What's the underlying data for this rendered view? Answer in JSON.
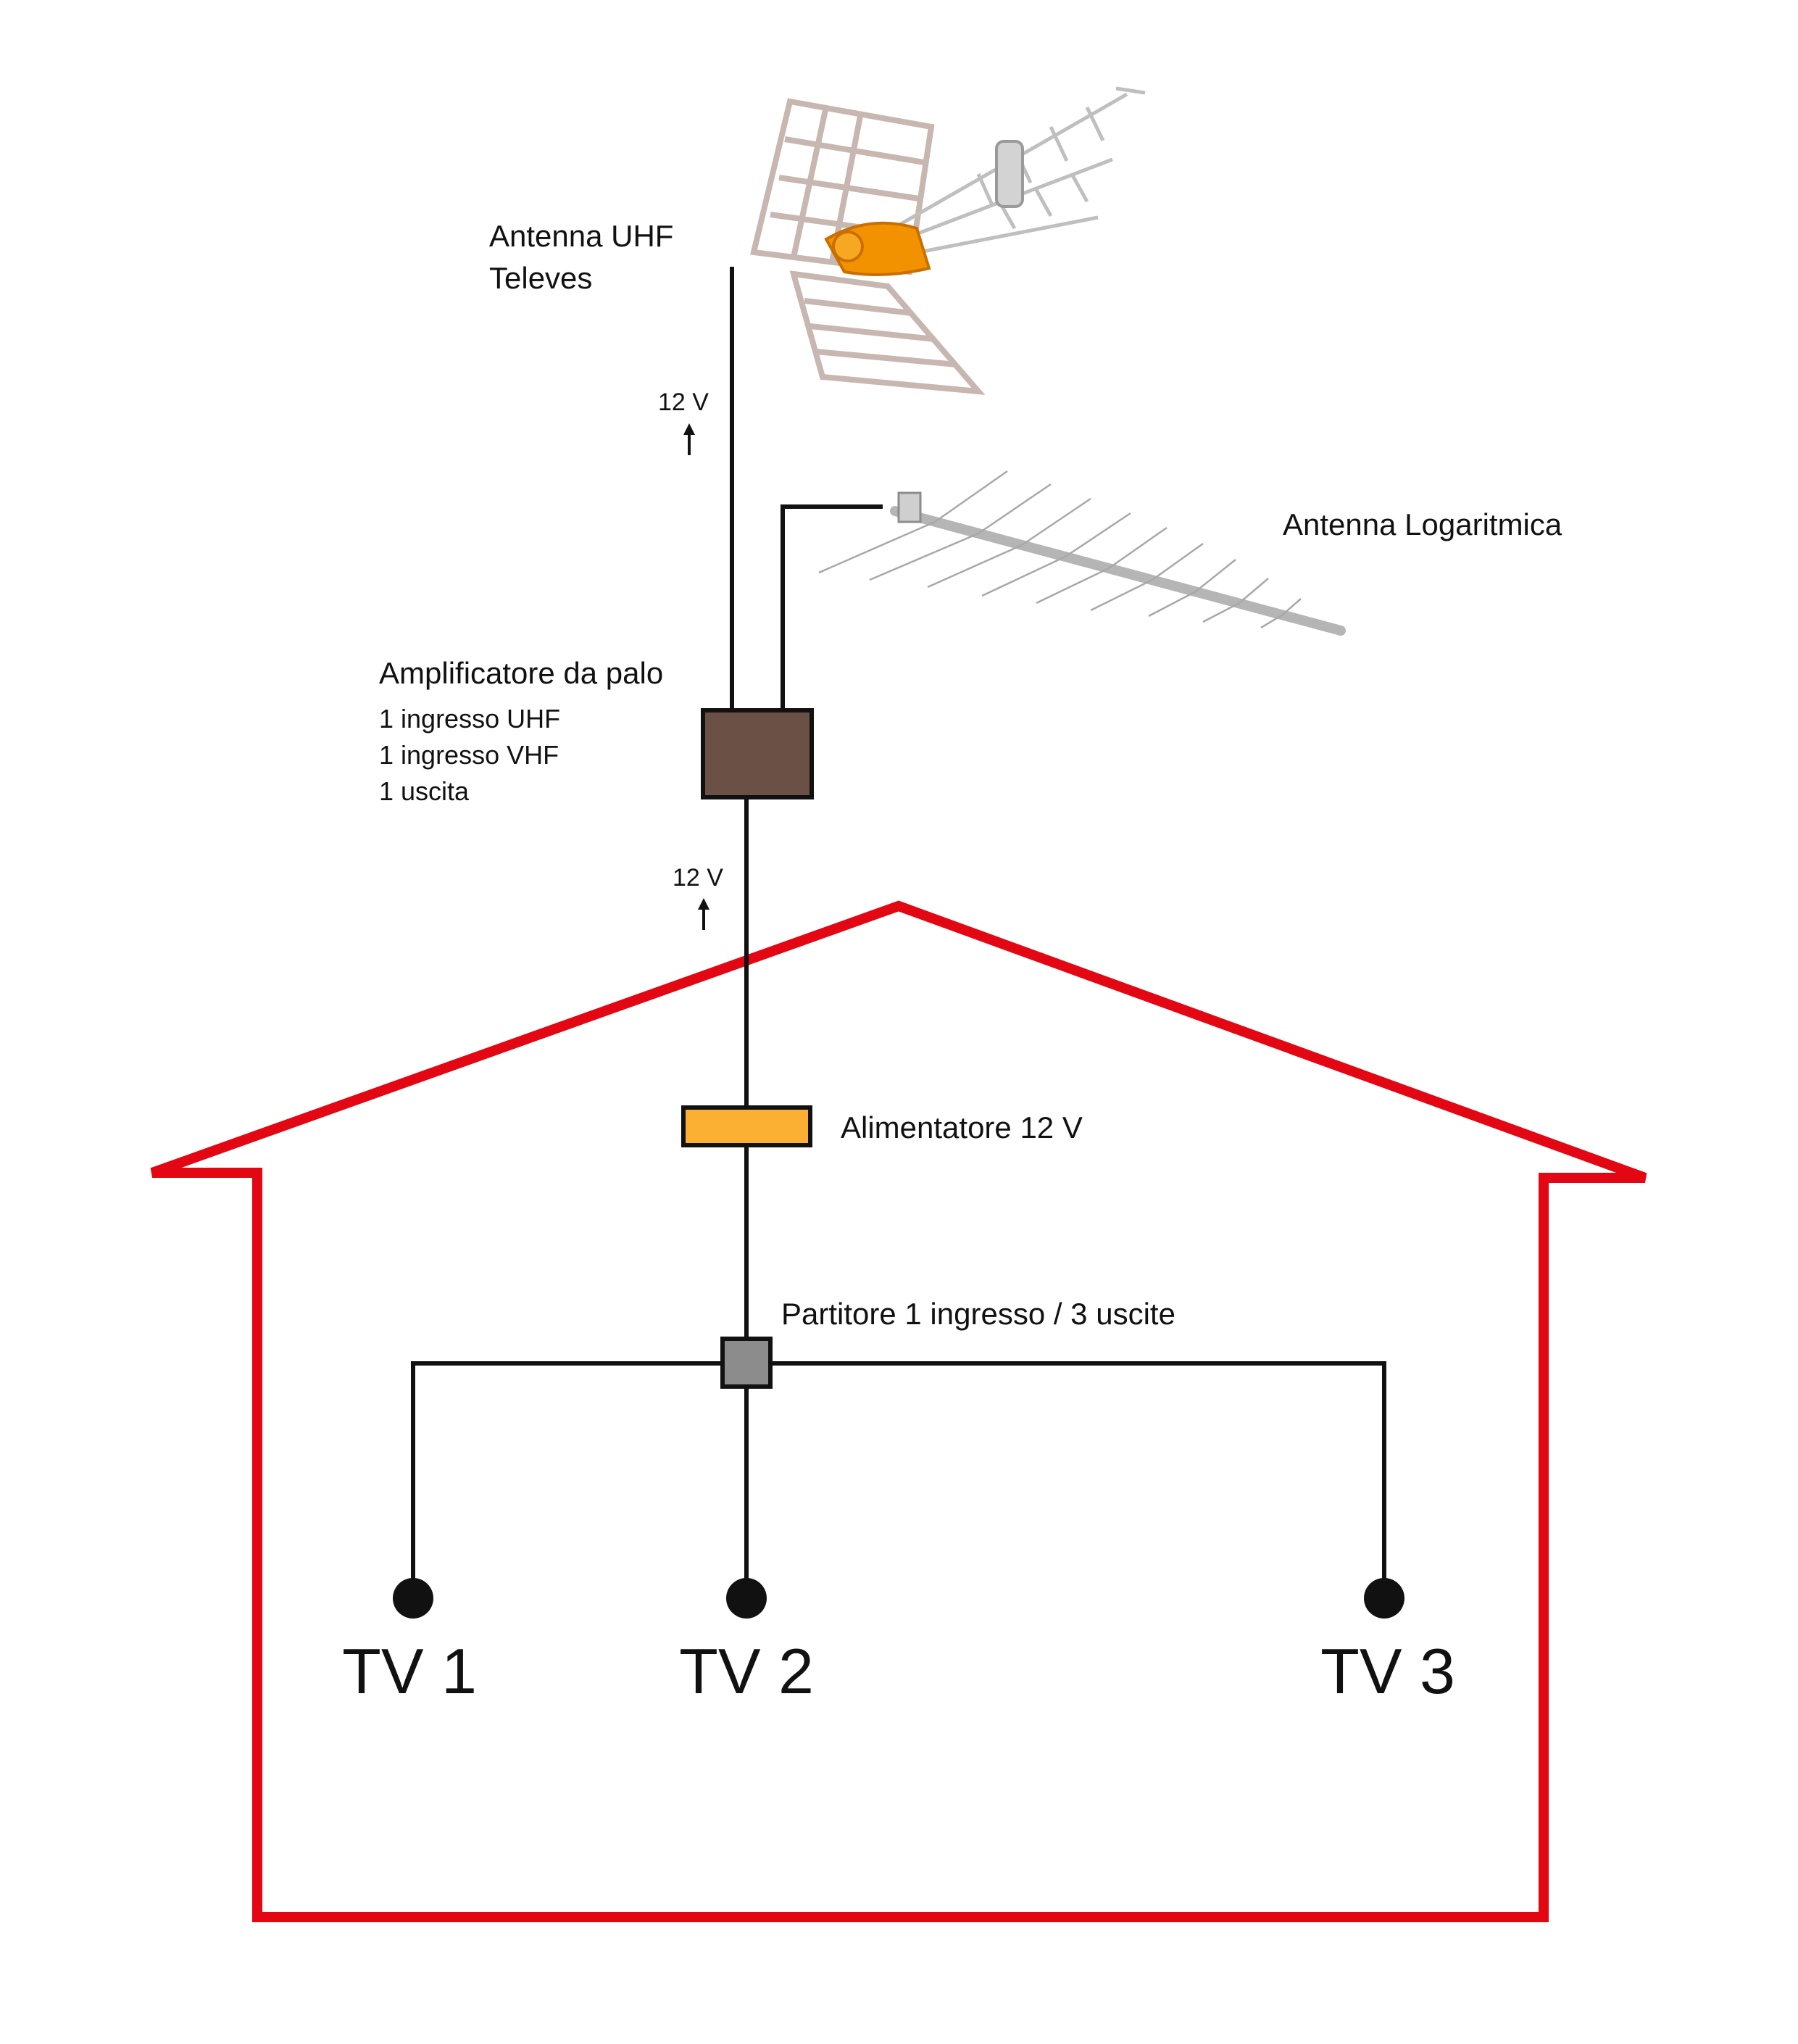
{
  "labels": {
    "uhf_antenna_line1": "Antenna UHF",
    "uhf_antenna_line2": "Televes",
    "log_antenna": "Antenna Logaritmica",
    "amplifier_title": "Amplificatore da palo",
    "amplifier_detail_1": "1 ingresso UHF",
    "amplifier_detail_2": "1 ingresso VHF",
    "amplifier_detail_3": "1 uscita",
    "voltage_top": "12 V",
    "voltage_bottom": "12 V",
    "power_supply": "Alimentatore 12 V",
    "splitter": "Partitore 1 ingresso / 3 uscite",
    "tv1": "TV 1",
    "tv2": "TV 2",
    "tv3": "TV 3"
  },
  "colors": {
    "house_outline": "#e30613",
    "cable": "#111111",
    "amplifier_fill": "#6b5045",
    "power_supply_fill": "#fbb034",
    "splitter_fill": "#8c8c8c",
    "uhf_antenna_frame": "#c7b7b0",
    "uhf_antenna_dipole": "#f39200",
    "log_antenna_metal": "#b5b5b5"
  }
}
